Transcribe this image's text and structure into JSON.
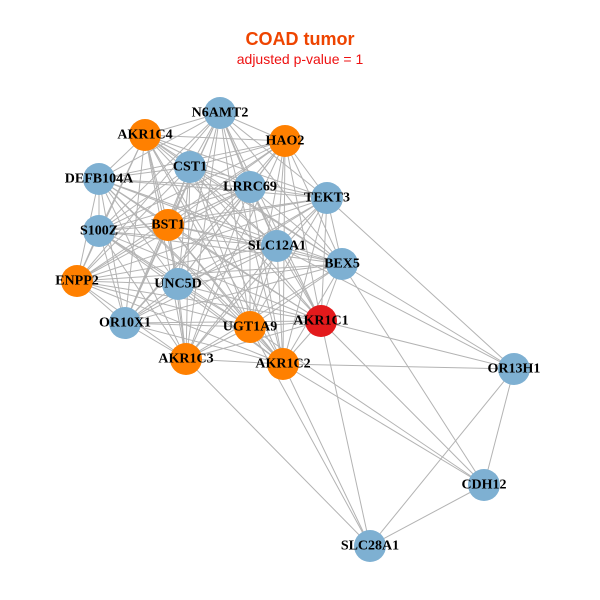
{
  "header": {
    "title": "COAD tumor",
    "subtitle": "adjusted p-value = 1",
    "title_color": "#ee4400",
    "subtitle_color": "#ee1111"
  },
  "legend_colors": {
    "blue": "#7eb0d2",
    "orange": "#ff8000",
    "red": "#e31a1c",
    "edge": "#b3b3b3"
  },
  "nodes": [
    {
      "id": "N6AMT2",
      "color": "blue"
    },
    {
      "id": "AKR1C4",
      "color": "orange"
    },
    {
      "id": "HAO2",
      "color": "orange"
    },
    {
      "id": "CST1",
      "color": "blue"
    },
    {
      "id": "DEFB104A",
      "color": "blue"
    },
    {
      "id": "LRRC69",
      "color": "blue"
    },
    {
      "id": "TEKT3",
      "color": "blue"
    },
    {
      "id": "S100Z",
      "color": "blue"
    },
    {
      "id": "BST1",
      "color": "orange"
    },
    {
      "id": "SLC12A1",
      "color": "blue"
    },
    {
      "id": "BEX5",
      "color": "blue"
    },
    {
      "id": "ENPP2",
      "color": "orange"
    },
    {
      "id": "UNC5D",
      "color": "blue"
    },
    {
      "id": "OR10X1",
      "color": "blue"
    },
    {
      "id": "UGT1A9",
      "color": "orange"
    },
    {
      "id": "AKR1C1",
      "color": "red"
    },
    {
      "id": "AKR1C3",
      "color": "orange"
    },
    {
      "id": "AKR1C2",
      "color": "orange"
    },
    {
      "id": "OR13H1",
      "color": "blue"
    },
    {
      "id": "CDH12",
      "color": "blue"
    },
    {
      "id": "SLC28A1",
      "color": "blue"
    }
  ],
  "outer_edges": [
    [
      "OR13H1",
      "TEKT3"
    ],
    [
      "OR13H1",
      "BEX5"
    ],
    [
      "OR13H1",
      "SLC12A1"
    ],
    [
      "OR13H1",
      "AKR1C1"
    ],
    [
      "OR13H1",
      "AKR1C2"
    ],
    [
      "OR13H1",
      "CDH12"
    ],
    [
      "OR13H1",
      "SLC28A1"
    ],
    [
      "CDH12",
      "AKR1C1"
    ],
    [
      "CDH12",
      "BEX5"
    ],
    [
      "CDH12",
      "AKR1C2"
    ],
    [
      "CDH12",
      "UGT1A9"
    ],
    [
      "CDH12",
      "SLC28A1"
    ],
    [
      "SLC28A1",
      "AKR1C3"
    ],
    [
      "SLC28A1",
      "AKR1C2"
    ],
    [
      "SLC28A1",
      "UGT1A9"
    ],
    [
      "SLC28A1",
      "AKR1C1"
    ]
  ]
}
